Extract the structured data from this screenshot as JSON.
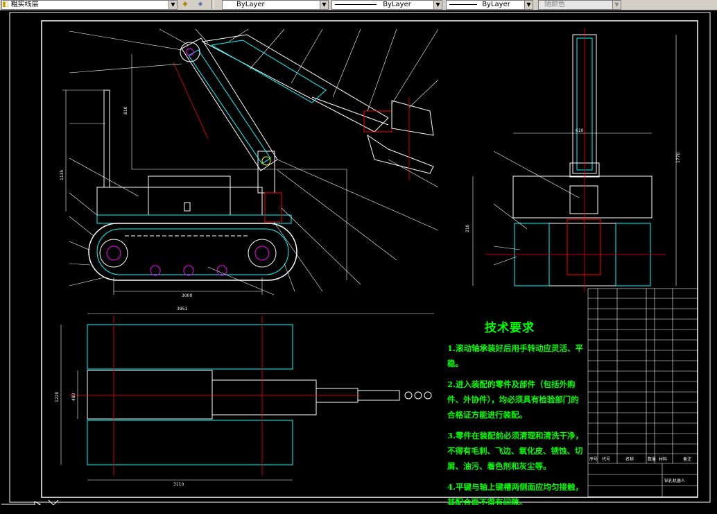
{
  "toolbar": {
    "layer_name": "粗实线层",
    "color_value": "ByLayer",
    "linetype_value": "ByLayer",
    "lineweight_value": "ByLayer",
    "plotstyle_value": "随颜色"
  },
  "drawing": {
    "dims": {
      "side_width": "3000",
      "plan_length": "3951",
      "plan_track": "3110",
      "plan_height": "1220",
      "plan_inner": "480",
      "arm_vert": "810",
      "mast": "1135",
      "front_width": "610",
      "front_height": "1770",
      "front_low": "210"
    }
  },
  "tech_requirements": {
    "title": "技术要求",
    "items": [
      "1.滚动轴承装好后用手转动应灵活、平稳。",
      "2.进入装配的零件及部件（包括外购件、外协件），均必须具有检验部门的合格证方能进行装配。",
      "3.零件在装配前必须清理和清洗干净，不得有毛刺、飞边、氧化皮、锈蚀、切屑、油污、着色剂和灰尘等。",
      "4.平键与轴上键槽两侧面应均匀接触，其配合面不得有间隙。"
    ]
  },
  "title_block": {
    "drawing_name": "钻孔机器人",
    "header_seq": "序号",
    "header_code": "代号",
    "header_name": "名称",
    "header_qty": "数量",
    "header_mat": "材料",
    "header_note": "备注"
  },
  "colors": {
    "frame": "#ffffff",
    "cyan": "#00ffff",
    "red": "#ff0000",
    "green": "#00ff00",
    "yellow": "#ffff00",
    "magenta": "#ff00ff"
  }
}
